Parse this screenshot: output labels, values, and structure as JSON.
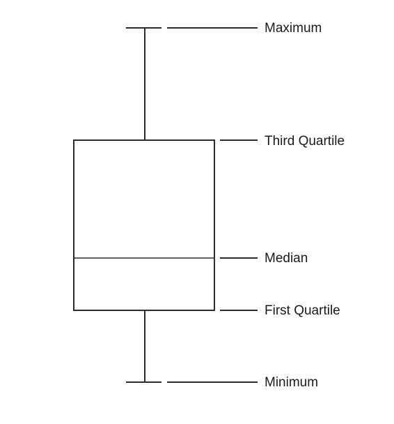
{
  "labels": {
    "maximum": "Maximum",
    "third_quartile": "Third Quartile",
    "median": "Median",
    "first_quartile": "First Quartile",
    "minimum": "Minimum"
  },
  "colors": {
    "line": "#2b2b2b",
    "text": "#1a1a1a",
    "background": "#ffffff"
  }
}
